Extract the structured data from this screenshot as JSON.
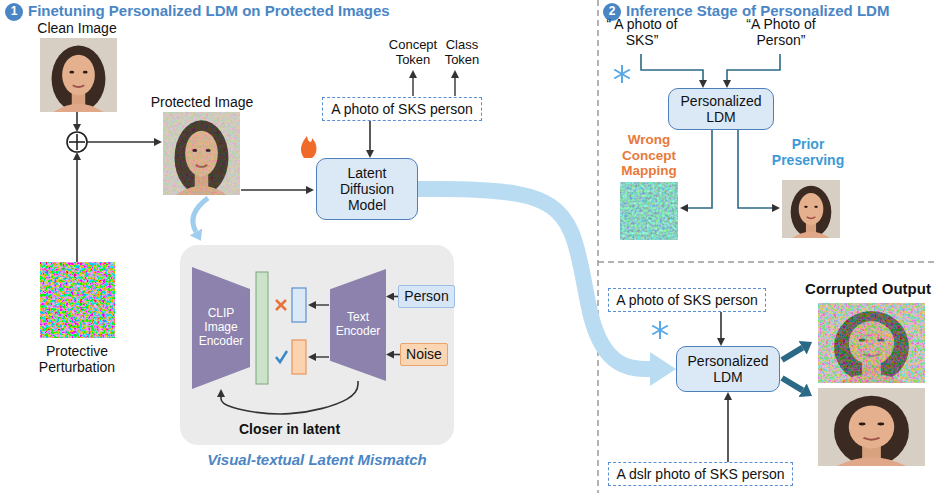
{
  "diagram": {
    "nodes": [
      {
        "text": [
          "1"
        ]
      },
      {
        "text": [
          "A photo of SKS person"
        ]
      },
      {
        "text": [
          "Latent Diffusion Model"
        ]
      },
      {
        "text": [
          "Visual-textual Latent Mismatch"
        ]
      },
      {
        "text": [
          "CLIP Image Encoder"
        ],
        "in": 3
      },
      {
        "text": [
          "Text Encoder"
        ],
        "in": 3
      },
      {
        "text": [
          "Person"
        ],
        "in": 3
      },
      {
        "text": [
          "Noise"
        ],
        "in": 3
      },
      {
        "text": [
          "2"
        ]
      },
      {
        "text": [
          "Personalized LDM"
        ]
      },
      {
        "text": [
          "A photo of SKS person"
        ]
      },
      {
        "text": [
          "Personalized LDM"
        ]
      },
      {
        "text": [
          "A dslr photo of SKS person"
        ]
      }
    ],
    "edges": [
      {
        "from": 1,
        "to": 2,
        "arrow": "to"
      },
      {
        "from": 6,
        "to": 5,
        "arrow": "to"
      },
      {
        "from": 7,
        "to": 5,
        "arrow": "to"
      },
      {
        "from": 5,
        "to": 4,
        "label": "Closer in latent",
        "arrow": "to"
      },
      {
        "from": 2,
        "to": 11,
        "arrow": "to"
      },
      {
        "from": 10,
        "to": 11,
        "arrow": "to"
      },
      {
        "from": 12,
        "to": 11,
        "arrow": "to"
      }
    ],
    "labels": [
      "Finetuning Personalized LDM on Protected Images",
      "Clean Image",
      "Protected Image",
      "Protective Perturbation",
      "Concept Token",
      "Class Token",
      "Inference Stage of Personalized LDM",
      "“ A photo of SKS”",
      "“A Photo of Person”",
      "Wrong Concept Mapping",
      "Prior Preserving",
      "Corrupted Output"
    ]
  }
}
